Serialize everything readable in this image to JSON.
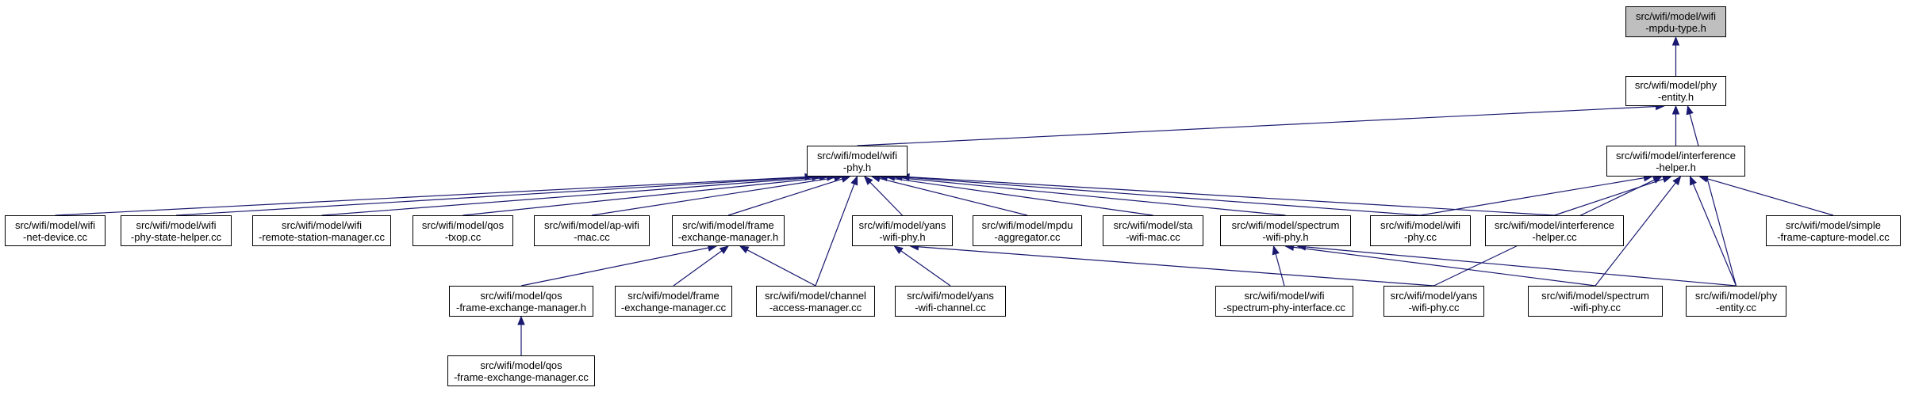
{
  "colors": {
    "edge": "#191970",
    "root_fill": "#bfbfbf",
    "node_fill": "#ffffff",
    "border": "#000000"
  },
  "nodes": {
    "mpdu_type_h": [
      "src/wifi/model/wifi",
      "-mpdu-type.h"
    ],
    "phy_entity_h": [
      "src/wifi/model/phy",
      "-entity.h"
    ],
    "wifi_phy_h": [
      "src/wifi/model/wifi",
      "-phy.h"
    ],
    "interference_helper_h": [
      "src/wifi/model/interference",
      "-helper.h"
    ],
    "wifi_net_device_cc": [
      "src/wifi/model/wifi",
      "-net-device.cc"
    ],
    "wifi_phy_state_helper_cc": [
      "src/wifi/model/wifi",
      "-phy-state-helper.cc"
    ],
    "wifi_remote_station_manager_cc": [
      "src/wifi/model/wifi",
      "-remote-station-manager.cc"
    ],
    "qos_txop_cc": [
      "src/wifi/model/qos",
      "-txop.cc"
    ],
    "ap_wifi_mac_cc": [
      "src/wifi/model/ap-wifi",
      "-mac.cc"
    ],
    "frame_exchange_manager_h": [
      "src/wifi/model/frame",
      "-exchange-manager.h"
    ],
    "yans_wifi_phy_h": [
      "src/wifi/model/yans",
      "-wifi-phy.h"
    ],
    "mpdu_aggregator_cc": [
      "src/wifi/model/mpdu",
      "-aggregator.cc"
    ],
    "sta_wifi_mac_cc": [
      "src/wifi/model/sta",
      "-wifi-mac.cc"
    ],
    "spectrum_wifi_phy_h": [
      "src/wifi/model/spectrum",
      "-wifi-phy.h"
    ],
    "wifi_phy_cc": [
      "src/wifi/model/wifi",
      "-phy.cc"
    ],
    "interference_helper_cc": [
      "src/wifi/model/interference",
      "-helper.cc"
    ],
    "simple_frame_capture_model_cc": [
      "src/wifi/model/simple",
      "-frame-capture-model.cc"
    ],
    "qos_frame_exchange_manager_h": [
      "src/wifi/model/qos",
      "-frame-exchange-manager.h"
    ],
    "frame_exchange_manager_cc": [
      "src/wifi/model/frame",
      "-exchange-manager.cc"
    ],
    "channel_access_manager_cc": [
      "src/wifi/model/channel",
      "-access-manager.cc"
    ],
    "yans_wifi_channel_cc": [
      "src/wifi/model/yans",
      "-wifi-channel.cc"
    ],
    "wifi_spectrum_phy_interface_cc": [
      "src/wifi/model/wifi",
      "-spectrum-phy-interface.cc"
    ],
    "yans_wifi_phy_cc": [
      "src/wifi/model/yans",
      "-wifi-phy.cc"
    ],
    "spectrum_wifi_phy_cc": [
      "src/wifi/model/spectrum",
      "-wifi-phy.cc"
    ],
    "phy_entity_cc": [
      "src/wifi/model/phy",
      "-entity.cc"
    ],
    "qos_frame_exchange_manager_cc": [
      "src/wifi/model/qos",
      "-frame-exchange-manager.cc"
    ]
  },
  "edges": [
    [
      "phy_entity_h",
      "mpdu_type_h"
    ],
    [
      "wifi_phy_h",
      "phy_entity_h"
    ],
    [
      "interference_helper_h",
      "phy_entity_h"
    ],
    [
      "phy_entity_cc",
      "phy_entity_h"
    ],
    [
      "wifi_net_device_cc",
      "wifi_phy_h"
    ],
    [
      "wifi_phy_state_helper_cc",
      "wifi_phy_h"
    ],
    [
      "wifi_remote_station_manager_cc",
      "wifi_phy_h"
    ],
    [
      "qos_txop_cc",
      "wifi_phy_h"
    ],
    [
      "ap_wifi_mac_cc",
      "wifi_phy_h"
    ],
    [
      "frame_exchange_manager_h",
      "wifi_phy_h"
    ],
    [
      "channel_access_manager_cc",
      "wifi_phy_h"
    ],
    [
      "yans_wifi_phy_h",
      "wifi_phy_h"
    ],
    [
      "mpdu_aggregator_cc",
      "wifi_phy_h"
    ],
    [
      "sta_wifi_mac_cc",
      "wifi_phy_h"
    ],
    [
      "spectrum_wifi_phy_h",
      "wifi_phy_h"
    ],
    [
      "wifi_phy_cc",
      "wifi_phy_h"
    ],
    [
      "interference_helper_cc",
      "wifi_phy_h"
    ],
    [
      "wifi_phy_cc",
      "interference_helper_h"
    ],
    [
      "interference_helper_cc",
      "interference_helper_h"
    ],
    [
      "simple_frame_capture_model_cc",
      "interference_helper_h"
    ],
    [
      "yans_wifi_phy_cc",
      "interference_helper_h"
    ],
    [
      "spectrum_wifi_phy_cc",
      "interference_helper_h"
    ],
    [
      "phy_entity_cc",
      "interference_helper_h"
    ],
    [
      "qos_frame_exchange_manager_h",
      "frame_exchange_manager_h"
    ],
    [
      "frame_exchange_manager_cc",
      "frame_exchange_manager_h"
    ],
    [
      "channel_access_manager_cc",
      "frame_exchange_manager_h"
    ],
    [
      "qos_frame_exchange_manager_cc",
      "qos_frame_exchange_manager_h"
    ],
    [
      "yans_wifi_channel_cc",
      "yans_wifi_phy_h"
    ],
    [
      "yans_wifi_phy_cc",
      "yans_wifi_phy_h"
    ],
    [
      "wifi_spectrum_phy_interface_cc",
      "spectrum_wifi_phy_h"
    ],
    [
      "spectrum_wifi_phy_cc",
      "spectrum_wifi_phy_h"
    ],
    [
      "phy_entity_cc",
      "spectrum_wifi_phy_h"
    ]
  ]
}
